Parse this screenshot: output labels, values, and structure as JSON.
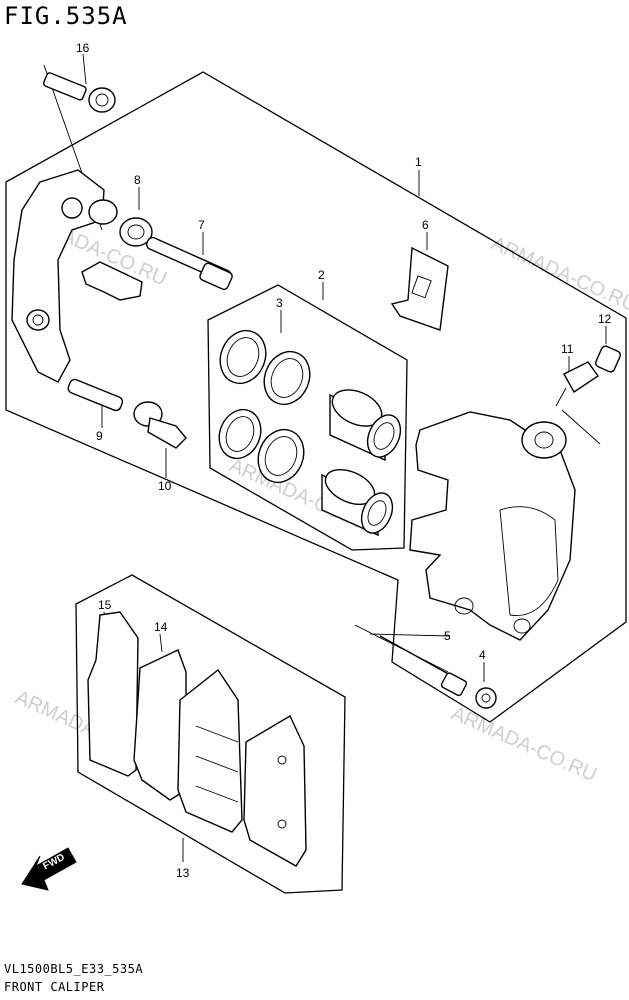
{
  "figure": {
    "title": "FIG.535A"
  },
  "footer": {
    "model_code": "VL1500BL5_E33_535A",
    "section_name": "FRONT CALIPER"
  },
  "watermark": {
    "text": "ARMADA-CO.RU",
    "color": "#cfcfcf"
  },
  "fwd_arrow": {
    "label": "FWD",
    "icon": "fwd-arrow-icon"
  },
  "callouts": [
    "1",
    "2",
    "3",
    "4",
    "5",
    "6",
    "7",
    "8",
    "9",
    "10",
    "11",
    "12",
    "13",
    "14",
    "15",
    "16"
  ]
}
